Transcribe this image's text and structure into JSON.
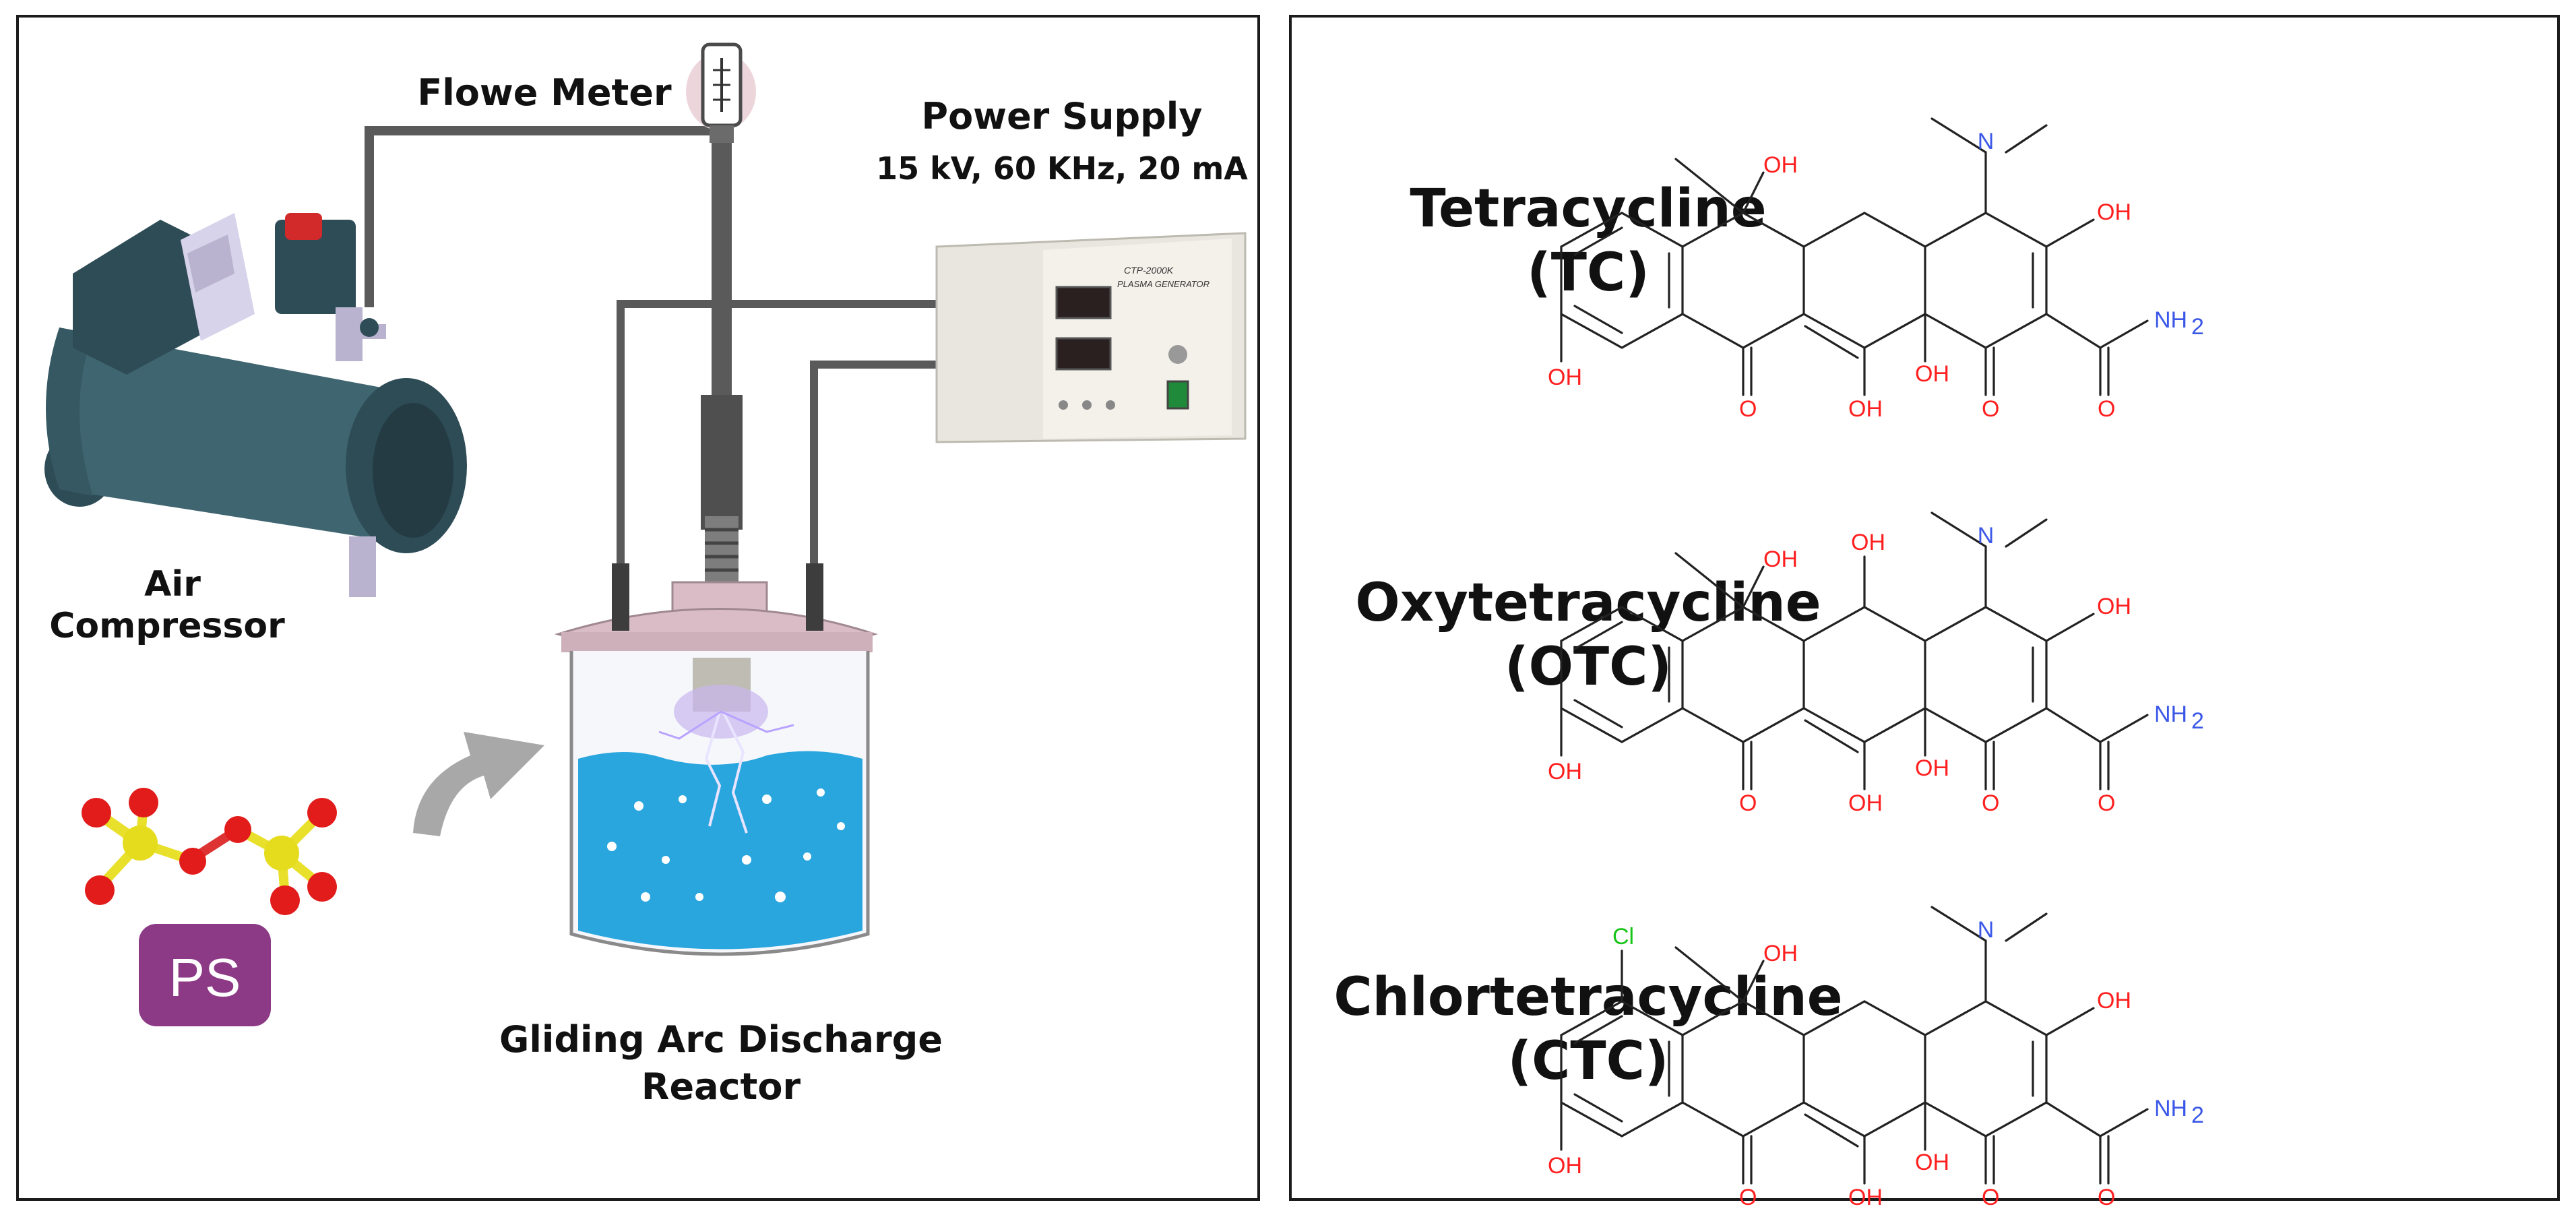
{
  "setup": {
    "flow_meter_label": "Flowe Meter",
    "power_supply_title": "Power Supply",
    "power_supply_specs": "15 kV, 60 KHz, 20 mA",
    "air_compressor_line1": "Air",
    "air_compressor_line2": "Compressor",
    "ps_badge": "PS",
    "reactor_line1": "Gliding Arc Discharge",
    "reactor_line2": "Reactor",
    "generator_brand": "CTP-2000K",
    "generator_name": "PLASMA GENERATOR",
    "colors": {
      "compressor": "#3f6570",
      "compressor_dark": "#2e4c56",
      "water": "#2aa6df",
      "lid": "#d9bcc6",
      "ps_badge": "#8c3a86",
      "wire": "#5a5a5a"
    }
  },
  "molecules": [
    {
      "name": "Tetracycline",
      "abbr": "(TC)",
      "labels": {
        "oh_top": "OH",
        "n": "N",
        "oh_ring": "OH",
        "nh2": "NH",
        "nh2_sub": "2",
        "oh_bottom1": "OH",
        "o_bottom1": "O",
        "oh_bottom2": "OH",
        "oh_center": "OH",
        "o_bottom2": "O",
        "o_bottom3": "O"
      }
    },
    {
      "name": "Oxytetracycline",
      "abbr": "(OTC)",
      "labels": {
        "oh_top": "OH",
        "oh_extra": "OH",
        "n": "N",
        "oh_ring": "OH",
        "nh2": "NH",
        "nh2_sub": "2",
        "oh_bottom1": "OH",
        "o_bottom1": "O",
        "oh_bottom2": "OH",
        "oh_center": "OH",
        "o_bottom2": "O",
        "o_bottom3": "O"
      }
    },
    {
      "name": "Chlortetracycline",
      "abbr": "(CTC)",
      "labels": {
        "cl": "Cl",
        "oh_top": "OH",
        "n": "N",
        "oh_ring": "OH",
        "nh2": "NH",
        "nh2_sub": "2",
        "oh_bottom1": "OH",
        "o_bottom1": "O",
        "oh_bottom2": "OH",
        "oh_center": "OH",
        "o_bottom2": "O",
        "o_bottom3": "O"
      }
    }
  ]
}
